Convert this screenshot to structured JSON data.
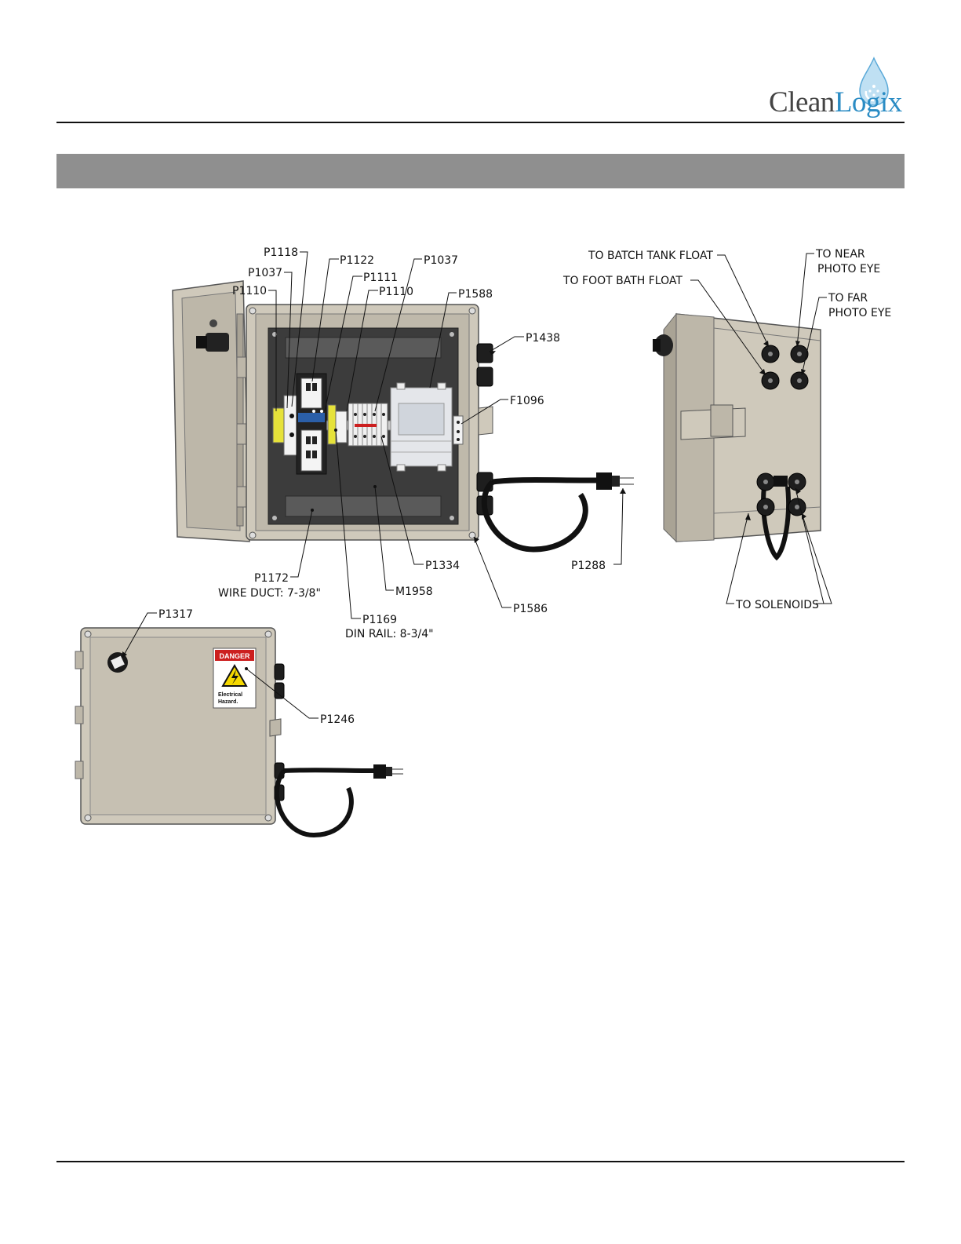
{
  "logo": {
    "part1": "Clean",
    "part2": "Logix"
  },
  "labels": {
    "p1118": "P1118",
    "p1037a": "P1037",
    "p1110a": "P1110",
    "p1122": "P1122",
    "p1111": "P1111",
    "p1110b": "P1110",
    "p1037b": "P1037",
    "p1588": "P1588",
    "p1438": "P1438",
    "f1096": "F1096",
    "p1288": "P1288",
    "p1334": "P1334",
    "m1958": "M1958",
    "p1586": "P1586",
    "p1172": "P1172",
    "wire_duct": "WIRE DUCT: 7-3/8\"",
    "p1169": "P1169",
    "din_rail": "DIN RAIL: 8-3/4\"",
    "to_batch_tank_float": "TO BATCH TANK FLOAT",
    "to_foot_bath_float": "TO FOOT BATH FLOAT",
    "to_near_photo_eye_1": "TO NEAR",
    "to_near_photo_eye_2": "PHOTO EYE",
    "to_far_photo_eye_1": "TO FAR",
    "to_far_photo_eye_2": "PHOTO EYE",
    "to_solenoids": "TO SOLENOIDS",
    "p1317": "P1317",
    "p1246": "P1246"
  },
  "danger_sign": {
    "header": "DANGER",
    "line1": "Electrical",
    "line2": "Hazard."
  },
  "colors": {
    "enclosure": "#cfc9bb",
    "enclosure_dark": "#a9a395",
    "backplate": "#3c3c3c",
    "duct": "#5a5a5a",
    "accent_blue": "#2b8cc4",
    "danger_red": "#cc1f1f",
    "hazard_yellow": "#f5d800",
    "terminal_yellow": "#e6e23a",
    "banner_gray": "#8f8f8f"
  }
}
